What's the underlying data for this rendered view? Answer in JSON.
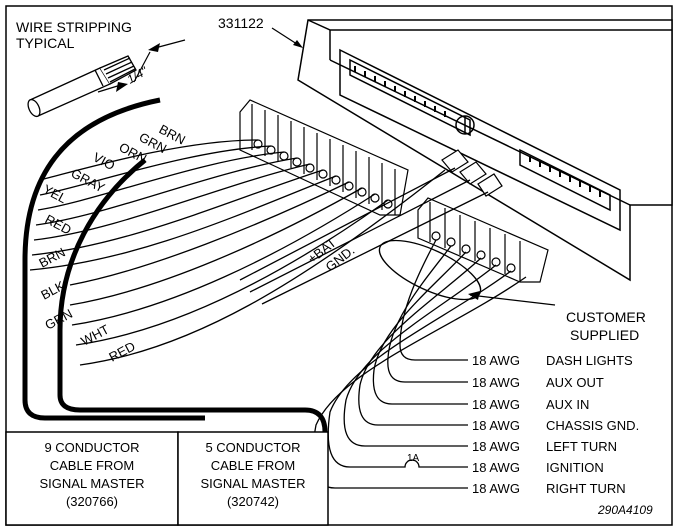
{
  "title_labels": {
    "wire_stripping_line1": "WIRE STRIPPING",
    "wire_stripping_line2": "TYPICAL",
    "strip_length": "1/4\"",
    "part_number": "331122",
    "figure_id": "290A4109"
  },
  "wire_colors_upper": [
    "BRN",
    "GRN",
    "ORN",
    "VIO",
    "GRAY",
    "YEL",
    "RED"
  ],
  "wire_colors_lower": [
    "BRN",
    "BLK",
    "GRN",
    "WHT",
    "RED"
  ],
  "power_labels": {
    "bat": "+BAT",
    "gnd": "GND."
  },
  "customer_supplied": {
    "line1": "CUSTOMER",
    "line2": "SUPPLIED"
  },
  "fuse_label": "1A",
  "customer_wires": [
    {
      "gauge": "18 AWG",
      "function": "DASH LIGHTS"
    },
    {
      "gauge": "18 AWG",
      "function": "AUX OUT"
    },
    {
      "gauge": "18 AWG",
      "function": "AUX IN"
    },
    {
      "gauge": "18 AWG",
      "function": "CHASSIS GND."
    },
    {
      "gauge": "18 AWG",
      "function": "LEFT TURN"
    },
    {
      "gauge": "18 AWG",
      "function": "IGNITION"
    },
    {
      "gauge": "18 AWG",
      "function": "RIGHT TURN"
    }
  ],
  "cable_9": {
    "line1": "9 CONDUCTOR",
    "line2": "CABLE FROM",
    "line3": "SIGNAL MASTER",
    "line4": "(320766)"
  },
  "cable_5": {
    "line1": "5 CONDUCTOR",
    "line2": "CABLE FROM",
    "line3": "SIGNAL MASTER",
    "line4": "(320742)"
  }
}
